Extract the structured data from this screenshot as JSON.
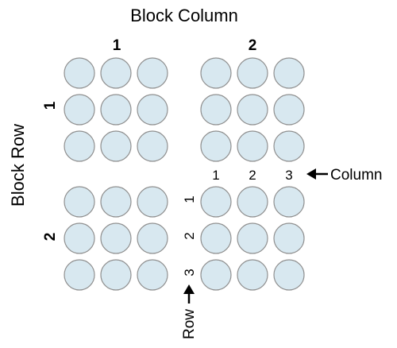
{
  "title": "Block Column",
  "block_row_label": "Block Row",
  "block_columns": [
    "1",
    "2"
  ],
  "block_rows": [
    "1",
    "2"
  ],
  "inner_column_label": "Column",
  "inner_row_label": "Row",
  "inner_columns": [
    "1",
    "2",
    "3"
  ],
  "inner_rows": [
    "1",
    "2",
    "3"
  ],
  "colors": {
    "circle_fill": "#d8e8f0",
    "circle_stroke": "#909090",
    "text": "#000000"
  }
}
